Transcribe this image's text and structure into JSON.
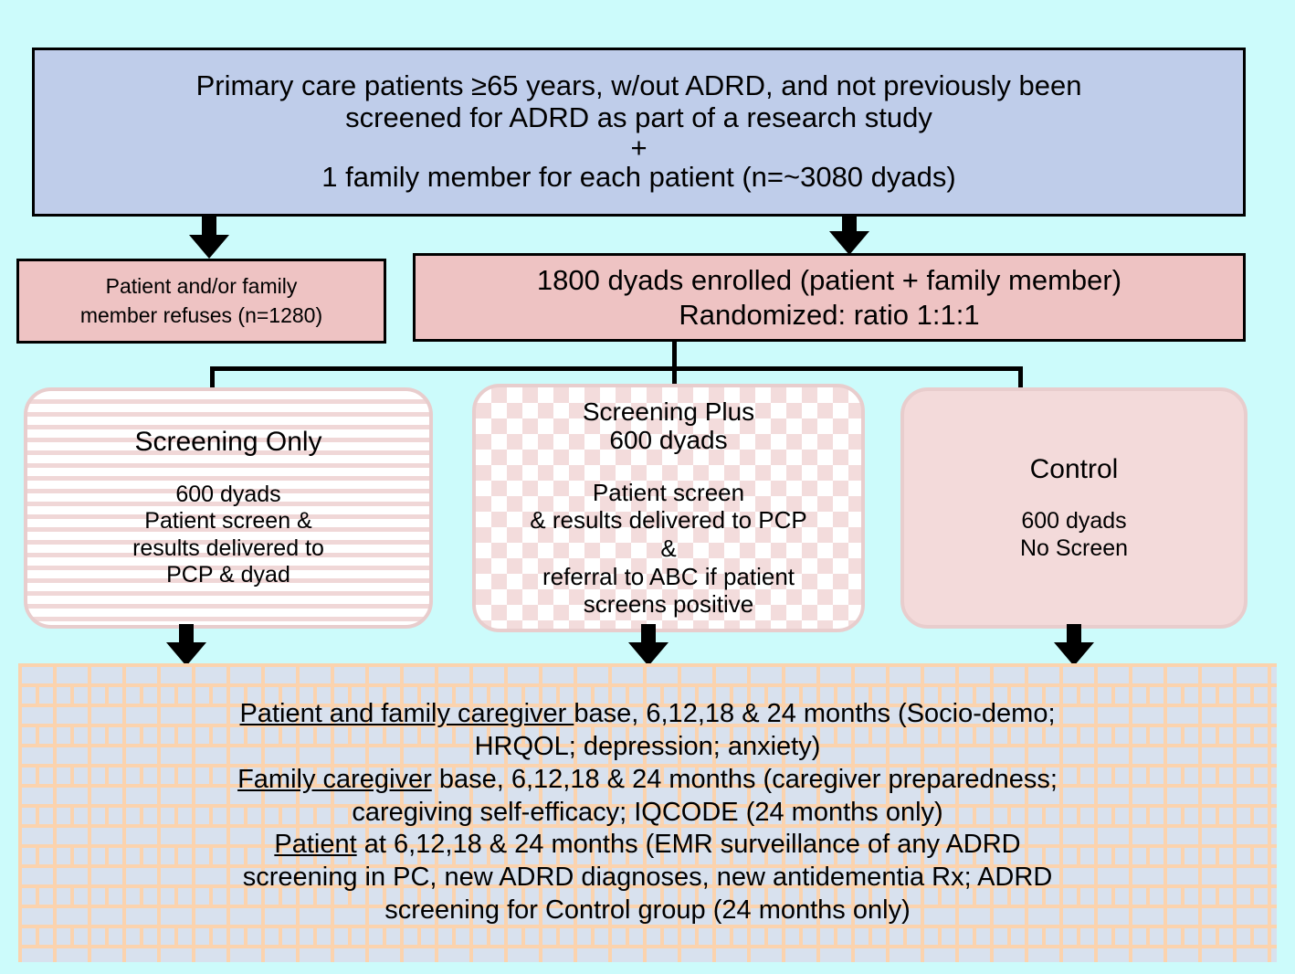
{
  "diagram": {
    "title": "ADRD screening randomized trial CONSORT-style flow diagram",
    "background_color": "#ccfbfb",
    "colors": {
      "eligibility_fill": "#bfcdea",
      "pink_fill": "#eec3c3",
      "control_fill": "#f3dada",
      "stripe_pink": "#f0d7d7",
      "check_pink": "#f3dcdc",
      "brick_fill": "#d8e1ee",
      "brick_mortar": "#fbd3ae",
      "border": "#000000"
    }
  },
  "eligibility": {
    "line1": "Primary care patients ≥65 years, w/out ADRD, and not previously been",
    "line2": "screened for ADRD as part of a research study",
    "plus": "+",
    "line3": "1 family member for each patient (n=~3080 dyads)"
  },
  "refusal": {
    "line1": "Patient and/or family",
    "line2": "member refuses (n=1280)"
  },
  "enrollment": {
    "line1": "1800 dyads enrolled (patient + family member)",
    "line2": "Randomized: ratio 1:1:1"
  },
  "arms": [
    {
      "id": "screening-only",
      "title": "Screening Only",
      "body_lines": [
        "600 dyads",
        "Patient screen &",
        "results delivered to",
        "PCP & dyad"
      ],
      "pattern": "horizontal-stripes"
    },
    {
      "id": "screening-plus",
      "title_lines": [
        "Screening Plus",
        "600 dyads"
      ],
      "body_lines": [
        "Patient screen",
        "& results delivered to PCP",
        "&",
        "referral to ABC if patient",
        "screens positive"
      ],
      "pattern": "checkerboard"
    },
    {
      "id": "control",
      "title": "Control",
      "body_lines": [
        "600 dyads",
        "No Screen"
      ],
      "pattern": "solid"
    }
  ],
  "outcomes": {
    "lines": [
      {
        "underlined": "Patient and family caregiver ",
        "rest": "base, 6,12,18 & 24 months (Socio-demo;"
      },
      {
        "underlined": "",
        "rest": "HRQOL; depression; anxiety)"
      },
      {
        "underlined": "Family caregiver",
        "rest": " base, 6,12,18 & 24 months (caregiver preparedness;"
      },
      {
        "underlined": "",
        "rest": "caregiving self-efficacy; IQCODE (24 months only)"
      },
      {
        "underlined": "Patient",
        "rest": " at 6,12,18 & 24 months (EMR surveillance of any ADRD"
      },
      {
        "underlined": "",
        "rest": "screening in PC, new ADRD diagnoses, new antidementia Rx; ADRD"
      },
      {
        "underlined": "",
        "rest": "screening for Control group (24 months only)"
      }
    ]
  }
}
